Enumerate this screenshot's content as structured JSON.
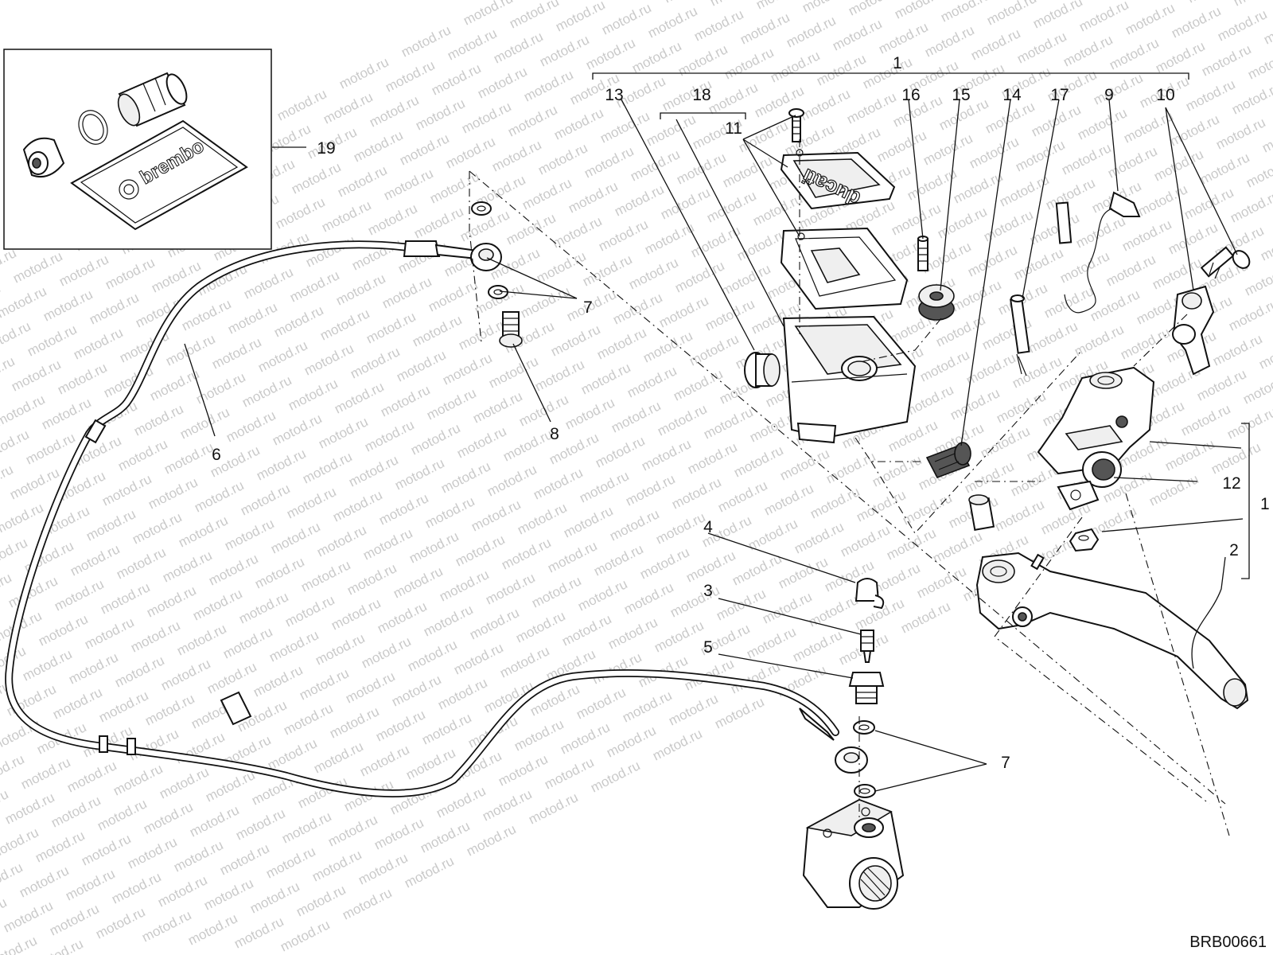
{
  "watermark": "motod.ru",
  "drawing_code": "BRB00661",
  "kit_brand": "brembo",
  "cover_brand": "ducati",
  "callouts": [
    "1",
    "2",
    "3",
    "4",
    "5",
    "6",
    "7",
    "7",
    "8",
    "9",
    "10",
    "11",
    "12",
    "13",
    "14",
    "15",
    "16",
    "17",
    "18",
    "19",
    "1"
  ]
}
